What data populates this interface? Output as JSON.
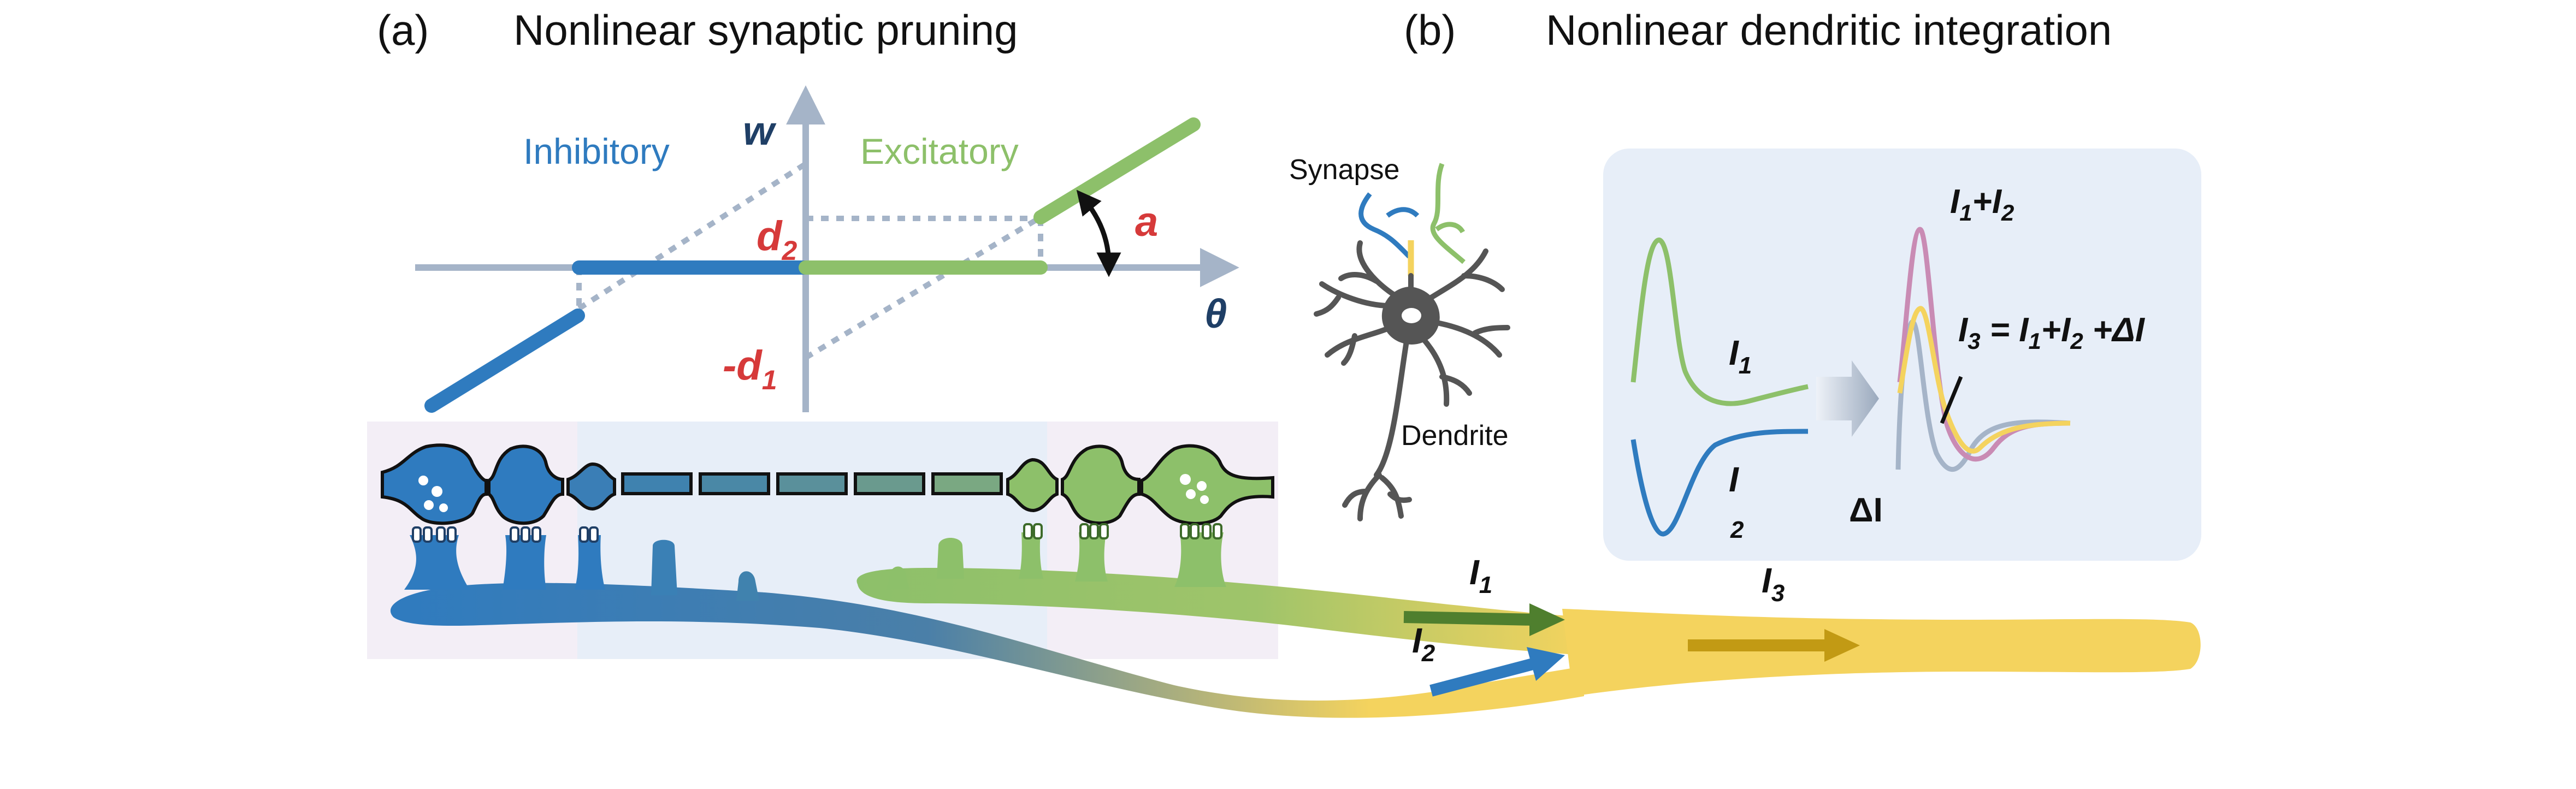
{
  "panel_a": {
    "letter": "(a)",
    "title": "Nonlinear synaptic pruning",
    "w_label": "w",
    "theta_label": "θ",
    "inhibitory_label": "Inhibitory",
    "excitatory_label": "Excitatory",
    "d2_base": "d",
    "d2_sub": "2",
    "d1_base": "-d",
    "d1_sub": "1",
    "a_label": "a"
  },
  "panel_b": {
    "letter": "(b)",
    "title": "Nonlinear dendritic integration",
    "synapse_label": "Synapse",
    "dendrite_label": "Dendrite",
    "sum_label": {
      "i": "I",
      "s1": "1",
      "plus": "+",
      "i2": "I",
      "s2": "2"
    },
    "i3_equation": {
      "i3": "I",
      "s3": "3",
      "eq": " = ",
      "i1": "I",
      "s1": "1",
      "plus1": "+",
      "i2": "I",
      "s2": "2",
      "plus2": " +ΔI"
    },
    "i1_label": {
      "base": "I",
      "sub": "1"
    },
    "i2_label": {
      "base": "I",
      "sub": "2"
    },
    "delta_label": "ΔI"
  },
  "currents": {
    "i1": {
      "base": "I",
      "sub": "1"
    },
    "i2": {
      "base": "I",
      "sub": "2"
    },
    "i3": {
      "base": "I",
      "sub": "3"
    }
  },
  "colors": {
    "inhibitory": "#2f7bbf",
    "excitatory": "#8dc06a",
    "axis": "#a5b4c8",
    "red": "#d63a3a",
    "yellow": "#f4d35e",
    "pink": "#c98bb4",
    "neuron": "#555555",
    "navy": "#1f3f66",
    "panel_bg": "#e7eef8"
  }
}
